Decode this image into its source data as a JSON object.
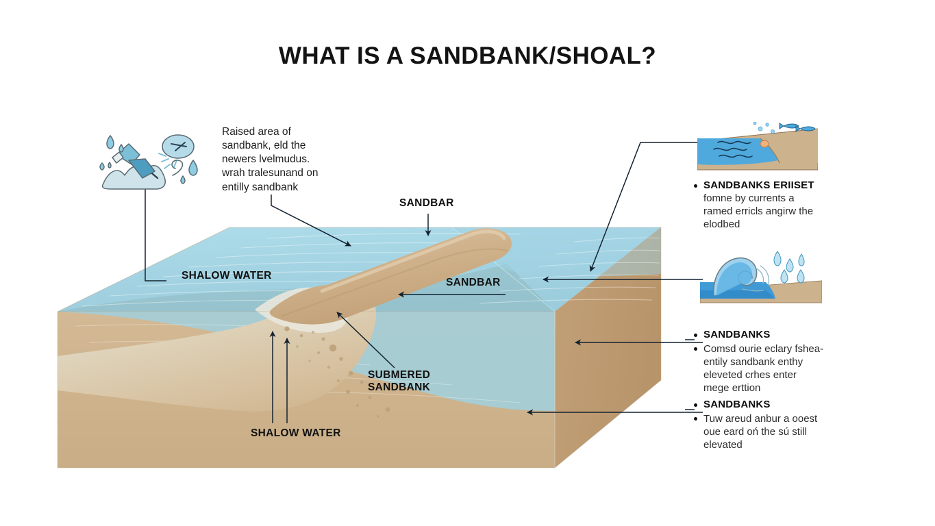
{
  "page": {
    "title": "WHAT IS A SANDBANK/SHOAL?",
    "background_color": "#ffffff"
  },
  "colors": {
    "water_surface": "#a5d3e2",
    "water_deep": "#9dc6ce",
    "water_side": "#a9cdd2",
    "sand_light": "#d2b893",
    "sand_mid": "#cdb08a",
    "sand_dark": "#c09c72",
    "sand_bar": "#d3b795",
    "line": "#1b2a33",
    "text": "#111111",
    "accent_blue": "#3f9ad6"
  },
  "annotation_left": {
    "text_lines": [
      "Raised  area of",
      "sandbank, eld the",
      "newers lvelmudus.",
      "wrah tralesunand on",
      "entilly sandbank"
    ]
  },
  "diagram_labels": {
    "shallow_water_top": "SHALOW WATER",
    "sandbar_top": "SANDBAR",
    "sandbar_mid": "SANDBAR",
    "submerged_sandbank": "SUBMERED SANDBANK",
    "shallow_water_bottom": "SHALOW WATER"
  },
  "right_blocks": [
    {
      "id": "sandbanks-erilset",
      "heading": "SANDBANKS ERIISET",
      "body_lines": [
        "fomne by currents a",
        "ramed erricls angirw the",
        "elodbed"
      ],
      "has_heading_bullet": true,
      "has_body_bullet": false
    },
    {
      "id": "sandbanks-shallow",
      "heading": "SANDBANKS",
      "body_lines": [
        "Comsd ourie eclary fshea-",
        "entily sandbank  enthy",
        "eleveted  crhes enter",
        "mege erttion"
      ],
      "has_heading_bullet": true,
      "has_body_bullet": true
    },
    {
      "id": "sandbanks-elevated",
      "heading": "SANDBANKS",
      "body_lines": [
        "Tuw areud anbur a ooest",
        "oue eard oń the sú still",
        "elevated"
      ],
      "has_heading_bullet": true,
      "has_body_bullet": true
    }
  ],
  "illustrations": [
    {
      "id": "sketch-water-splash",
      "name": "abstract-water-sketch-icon",
      "position": "top-left"
    },
    {
      "id": "cross-section-fish",
      "name": "coastal-cross-section-with-fish-icon",
      "position": "top-right"
    },
    {
      "id": "breaking-wave",
      "name": "breaking-wave-icon",
      "position": "mid-right"
    }
  ],
  "chart_data": {
    "type": "diagram",
    "title": "WHAT IS A SANDBANK/SHOAL?",
    "subject": "3D block cross-section of a coastal sandbank / shoal",
    "features": [
      {
        "name": "SHALOW WATER",
        "region": "upper-left water surface"
      },
      {
        "name": "SANDBAR",
        "region": "diagonal raised sand ridge breaking surface"
      },
      {
        "name": "SANDBAR",
        "region": "right-hand water plane"
      },
      {
        "name": "SUBMERED SANDBANK",
        "region": "mound beneath water on left"
      },
      {
        "name": "SHALOW WATER",
        "region": "lower sand shelf"
      }
    ],
    "callouts": 6,
    "legend_position": "right"
  }
}
